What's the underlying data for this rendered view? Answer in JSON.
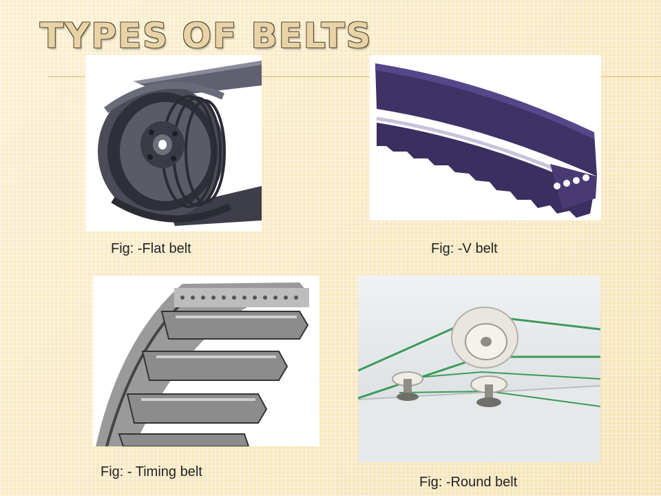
{
  "slide": {
    "title": "TYPES OF BELTS",
    "figures": [
      {
        "icon": "flat-belt-photo",
        "caption": "Fig: -Flat belt"
      },
      {
        "icon": "v-belt-photo",
        "caption": "Fig: -V belt"
      },
      {
        "icon": "timing-belt-photo",
        "caption": "Fig: - Timing belt"
      },
      {
        "icon": "round-belt-photo",
        "caption": "Fig: -Round belt"
      }
    ]
  },
  "colors": {
    "background": "#f8e6bd",
    "rule": "#e2b866",
    "v_belt": "#4a3a73",
    "round_belt": "#3c9a5a"
  }
}
